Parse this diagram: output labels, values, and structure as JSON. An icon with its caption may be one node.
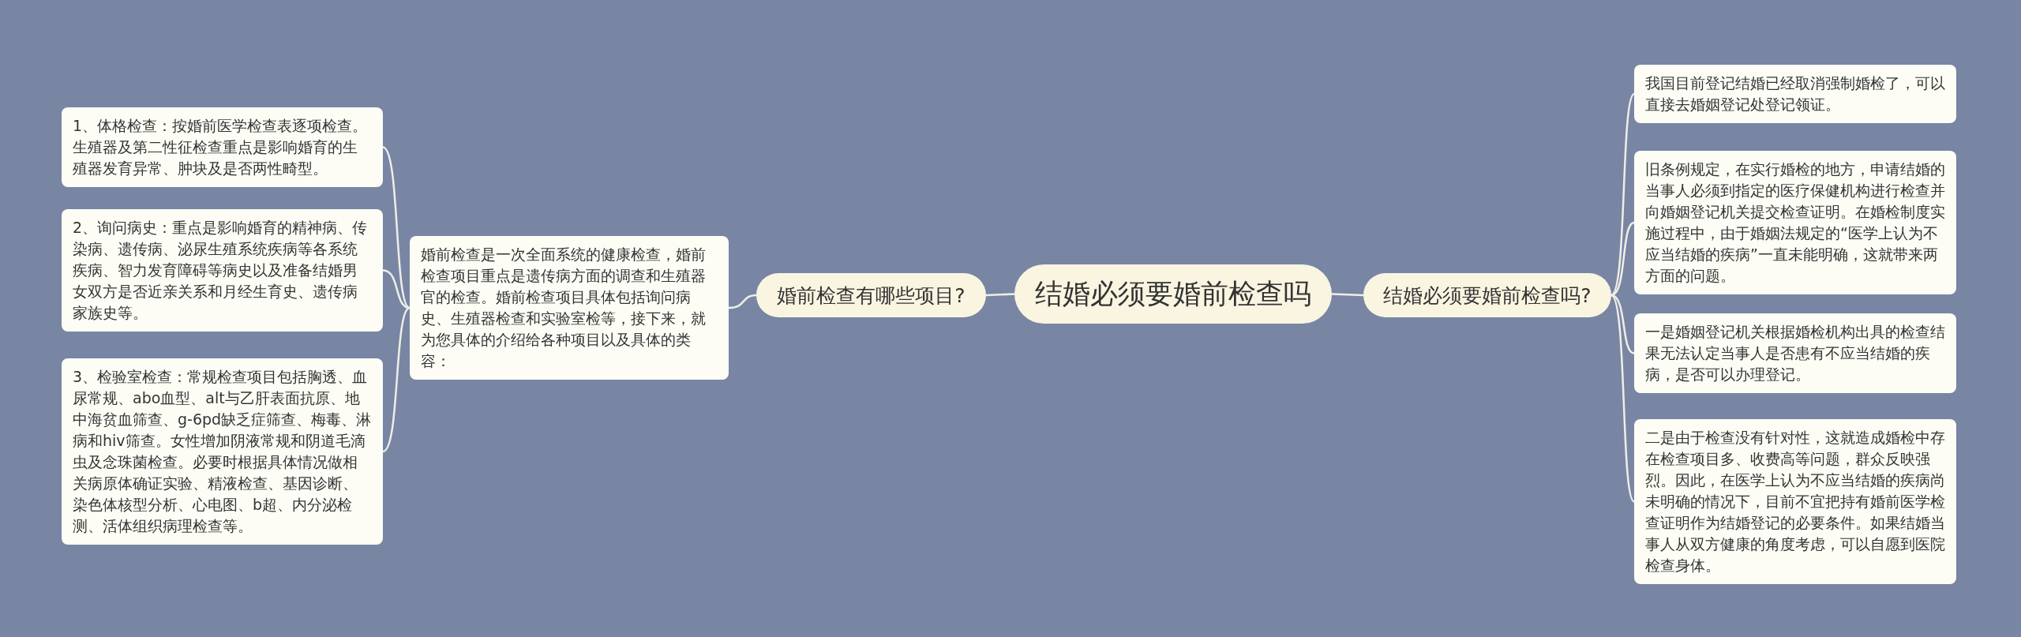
{
  "diagram": {
    "nodes": [
      {
        "text": [
          "结婚必须要婚前检查吗"
        ]
      },
      {
        "text": [
          "婚前检查有哪些项目?"
        ]
      },
      {
        "text": [
          "婚前检查是一次全面系统的健康检查，婚前检查项目重点是遗传病方面的调查和生殖器官的检查。婚前检查项目具体包括询问病史、生殖器检查和实验室检等，接下来，就为您具体的介绍给各种项目以及具体的类容："
        ]
      },
      {
        "text": [
          "1、体格检查：按婚前医学检查表逐项检查。生殖器及第二性征检查重点是影响婚育的生殖器发育异常、肿块及是否两性畸型。"
        ]
      },
      {
        "text": [
          "2、询问病史：重点是影响婚育的精神病、传染病、遗传病、泌尿生殖系统疾病等各系统疾病、智力发育障碍等病史以及准备结婚男女双方是否近亲关系和月经生育史、遗传病家族史等。"
        ]
      },
      {
        "text": [
          "3、检验室检查：常规检查项目包括胸透、血尿常规、abo血型、alt与乙肝表面抗原、地中海贫血筛查、g-6pd缺乏症筛查、梅毒、淋病和hiv筛查。女性增加阴液常规和阴道毛滴虫及念珠菌检查。必要时根据具体情况做相关病原体确证实验、精液检查、基因诊断、染色体核型分析、心电图、b超、内分泌检测、活体组织病理检查等。"
        ]
      },
      {
        "text": [
          "结婚必须要婚前检查吗?"
        ]
      },
      {
        "text": [
          "我国目前登记结婚已经取消强制婚检了，可以直接去婚姻登记处登记领证。"
        ]
      },
      {
        "text": [
          "旧条例规定，在实行婚检的地方，申请结婚的当事人必须到指定的医疗保健机构进行检查并向婚姻登记机关提交检查证明。在婚检制度实施过程中，由于婚姻法规定的“医学上认为不应当结婚的疾病”一直未能明确，这就带来两方面的问题。"
        ]
      },
      {
        "text": [
          "一是婚姻登记机关根据婚检机构出具的检查结果无法认定当事人是否患有不应当结婚的疾病，是否可以办理登记。"
        ]
      },
      {
        "text": [
          "二是由于检查没有针对性，这就造成婚检中存在检查项目多、收费高等问题，群众反映强烈。因此，在医学上认为不应当结婚的疾病尚未明确的情况下，目前不宜把持有婚前医学检查证明作为结婚登记的必要条件。如果结婚当事人从双方健康的角度考虑，可以自愿到医院检查身体。"
        ]
      }
    ],
    "edges": [
      {
        "from": 0,
        "to": 1,
        "arrow": "none"
      },
      {
        "from": 1,
        "to": 2,
        "arrow": "none"
      },
      {
        "from": 2,
        "to": 3,
        "arrow": "none"
      },
      {
        "from": 2,
        "to": 4,
        "arrow": "none"
      },
      {
        "from": 2,
        "to": 5,
        "arrow": "none"
      },
      {
        "from": 0,
        "to": 6,
        "arrow": "none"
      },
      {
        "from": 6,
        "to": 7,
        "arrow": "none"
      },
      {
        "from": 6,
        "to": 8,
        "arrow": "none"
      },
      {
        "from": 6,
        "to": 9,
        "arrow": "none"
      },
      {
        "from": 6,
        "to": 10,
        "arrow": "none"
      }
    ]
  }
}
